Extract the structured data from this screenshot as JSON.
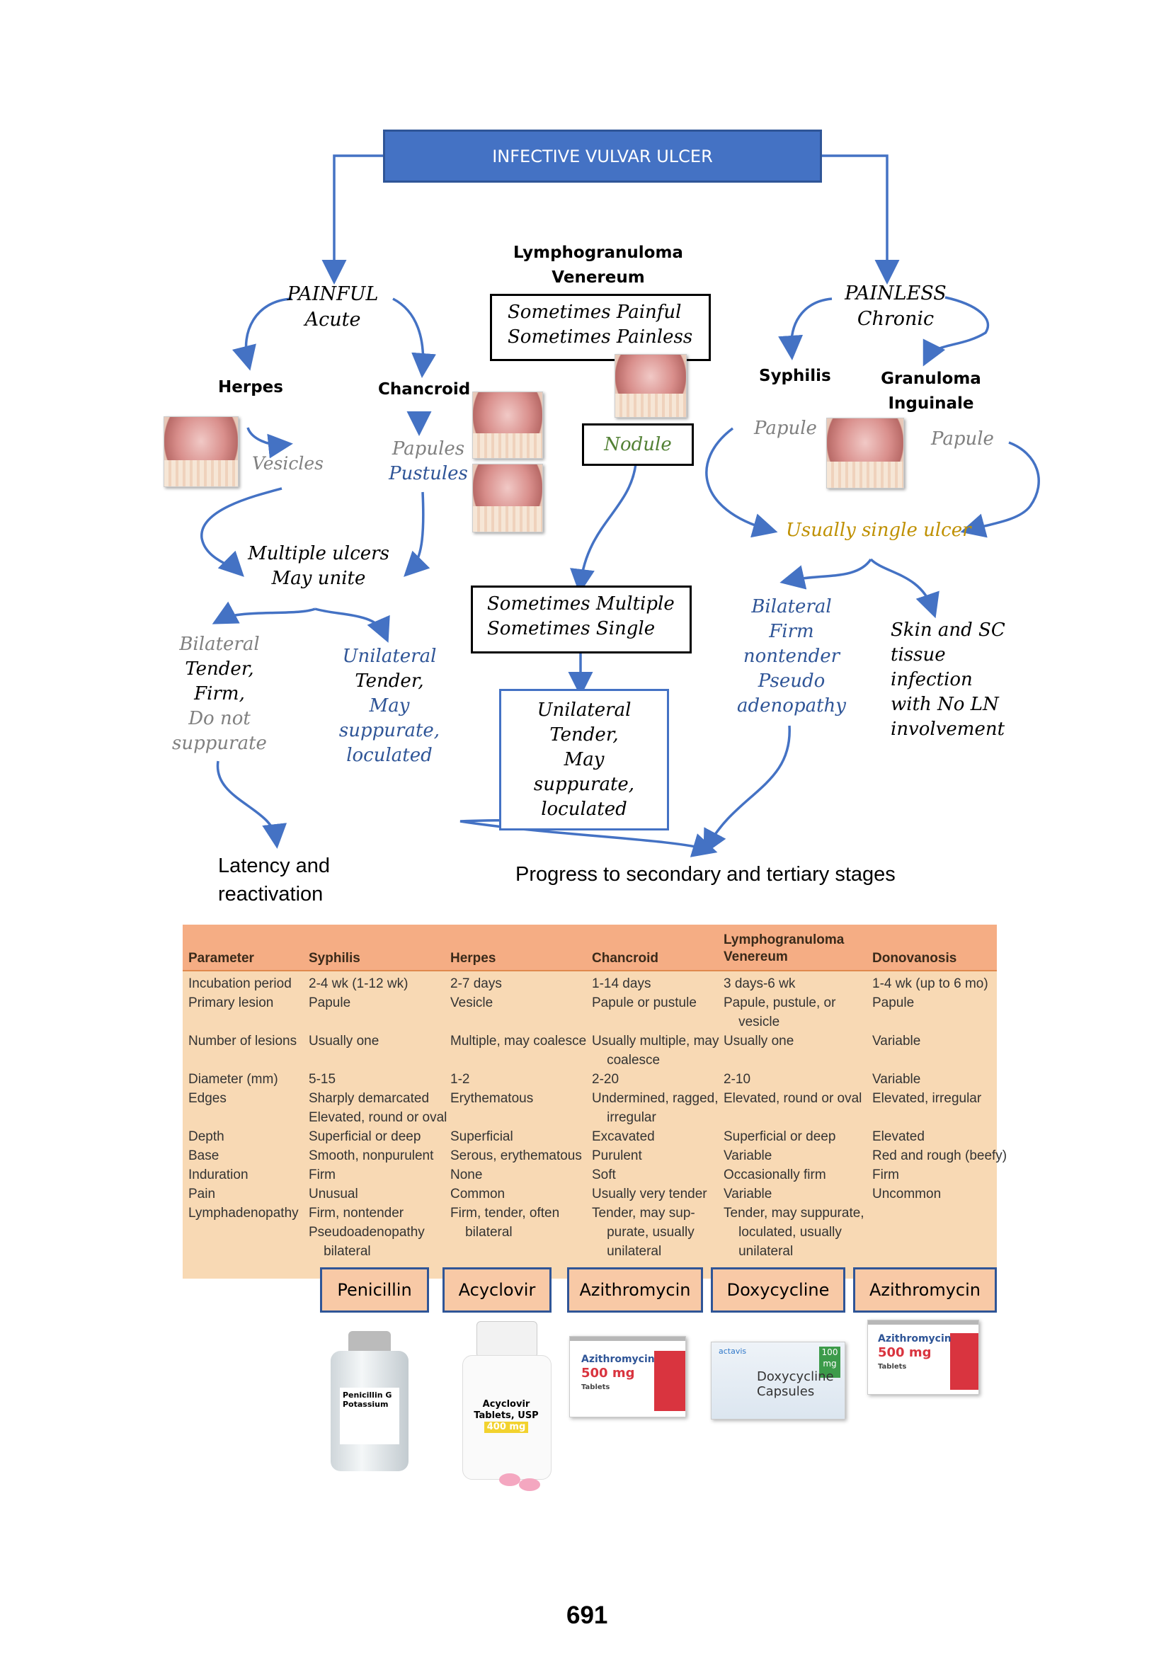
{
  "title": "INFECTIVE VULVAR ULCER",
  "painful": {
    "line1": "PAINFUL",
    "line2": "Acute"
  },
  "painless": {
    "line1": "PAINLESS",
    "line2": "Chronic"
  },
  "lgv": {
    "name_line1": "Lymphogranuloma",
    "name_line2": "Venereum",
    "pain_line1": "Sometimes Painful",
    "pain_line2": "Sometimes Painless",
    "nodule": "Nodule",
    "count_line1": "Sometimes Multiple",
    "count_line2": "Sometimes Single",
    "nodes": [
      "Unilateral",
      "Tender,",
      "May",
      "suppurate,",
      "loculated"
    ]
  },
  "herpes": {
    "name": "Herpes",
    "vesicles": "Vesicles"
  },
  "chancroid": {
    "name": "Chancroid",
    "papules": "Papules",
    "pustules": "Pustules"
  },
  "multiple_ulcers": {
    "line1": "Multiple ulcers",
    "line2": "May unite"
  },
  "herpes_nodes": {
    "bilateral": "Bilateral",
    "tender": "Tender,",
    "firm": "Firm,",
    "not1": "Do not",
    "not2": "suppurate"
  },
  "chancroid_nodes": [
    "Unilateral",
    "Tender,",
    "May",
    "suppurate,",
    "loculated"
  ],
  "latency": {
    "line1": "Latency and",
    "line2": "reactivation"
  },
  "syphilis": {
    "name": "Syphilis",
    "papule": "Papule"
  },
  "granuloma": {
    "name_line1": "Granuloma",
    "name_line2": "Inguinale",
    "papule": "Papule"
  },
  "single_ulcer": "Usually single ulcer",
  "syphilis_nodes": [
    "Bilateral",
    "Firm",
    "nontender",
    "Pseudo",
    "adenopathy"
  ],
  "granuloma_nodes": [
    "Skin and SC",
    "tissue",
    "infection",
    "with No LN",
    "involvement"
  ],
  "progress": "Progress to secondary and tertiary stages",
  "table": {
    "headers": [
      "Parameter",
      "Syphilis",
      "Herpes",
      "Chancroid",
      "Lymphogranuloma Venereum",
      "Donovanosis"
    ],
    "rows": [
      {
        "param": "Incubation period",
        "values": [
          "2-4 wk (1-12 wk)",
          "2-7 days",
          "1-14 days",
          "3 days-6 wk",
          "1-4 wk (up to 6 mo)"
        ]
      },
      {
        "param": "Primary lesion",
        "values": [
          "Papule",
          "Vesicle",
          "Papule or pustule",
          "Papule, pustule, or\n    vesicle",
          "Papule"
        ]
      },
      {
        "param": "Number of lesions",
        "values": [
          "Usually one",
          "Multiple, may coalesce",
          "Usually multiple, may\n    coalesce",
          "Usually one",
          "Variable"
        ]
      },
      {
        "param": "Diameter (mm)",
        "values": [
          "5-15",
          "1-2",
          "2-20",
          "2-10",
          "Variable"
        ]
      },
      {
        "param": "Edges",
        "values": [
          "Sharply demarcated\nElevated, round or oval",
          "Erythematous",
          "Undermined, ragged,\n    irregular",
          "Elevated, round or oval",
          "Elevated, irregular"
        ]
      },
      {
        "param": "Depth",
        "values": [
          "Superficial or deep",
          "Superficial",
          "Excavated",
          "Superficial or deep",
          "Elevated"
        ]
      },
      {
        "param": "Base",
        "values": [
          "Smooth, nonpurulent",
          "Serous, erythematous",
          "Purulent",
          "Variable",
          "Red and rough (beefy)"
        ]
      },
      {
        "param": "Induration",
        "values": [
          "Firm",
          "None",
          "Soft",
          "Occasionally firm",
          "Firm"
        ]
      },
      {
        "param": "Pain",
        "values": [
          "Unusual",
          "Common",
          "Usually very tender",
          "Variable",
          "Uncommon"
        ]
      },
      {
        "param": "Lymphadenopathy",
        "values": [
          "Firm, nontender\nPseudoadenopathy\n    bilateral",
          "Firm, tender, often\n    bilateral",
          "Tender, may sup-\n    purate, usually\n    unilateral",
          "Tender, may suppurate,\n    loculated, usually\n    unilateral",
          ""
        ]
      }
    ]
  },
  "drugs": [
    "Penicillin",
    "Acyclovir",
    "Azithromycin",
    "Doxycycline",
    "Azithromycin"
  ],
  "packs": {
    "penicillin_label": [
      "Penicillin G",
      "Potassium"
    ],
    "acyclovir_label": [
      "Acyclovir",
      "Tablets, USP",
      "400 mg"
    ],
    "azithro1": [
      "Azithromycin",
      "500 mg",
      "Tablets"
    ],
    "doxy": [
      "Doxycycline",
      "Capsules",
      "actavis",
      "100",
      "mg"
    ],
    "azithro2": [
      "Azithromycin",
      "500 mg",
      "Tablets"
    ]
  },
  "page_number": "691",
  "colors": {
    "blue": "#4472c4",
    "gray": "#808080",
    "gold": "#bf9000",
    "green": "#538135",
    "peach": "#f8d9b4"
  }
}
